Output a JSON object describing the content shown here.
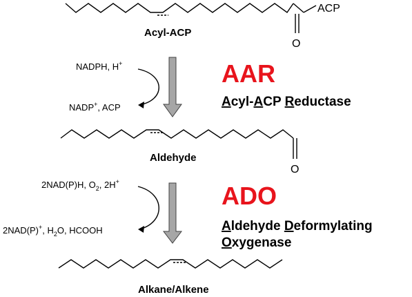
{
  "molecules": {
    "acyl_acp": {
      "label": "Acyl-ACP",
      "acp": "ACP",
      "oxygen": "O"
    },
    "aldehyde": {
      "label": "Aldehyde",
      "oxygen": "O"
    },
    "alkane": {
      "label": "Alkane/Alkene"
    }
  },
  "step1": {
    "reagent_in": {
      "base": "NADPH, H",
      "sup": "+"
    },
    "reagent_out": {
      "pre": "NADP",
      "sup": "+",
      "post": ", ACP"
    },
    "enzyme": {
      "abbrev": "AAR",
      "color": "#e8141c",
      "words": [
        {
          "u": "A",
          "rest": "cyl-"
        },
        {
          "u": "A",
          "rest": "CP "
        },
        {
          "u": "R",
          "rest": "eductase"
        }
      ]
    }
  },
  "step2": {
    "reagent_in": {
      "a": "2NAD(P)H, O",
      "sub": "2",
      "b": ", 2H",
      "sup": "+"
    },
    "reagent_out": {
      "a": "2NAD(P)",
      "sup": "+",
      "b": ", H",
      "sub": "2",
      "c": "O, HCOOH"
    },
    "enzyme": {
      "abbrev": "ADO",
      "color": "#e8141c",
      "line1": [
        {
          "u": "A",
          "rest": "ldehyde "
        },
        {
          "u": "D",
          "rest": "eformylating"
        }
      ],
      "line2": [
        {
          "u": "O",
          "rest": "xygenase"
        }
      ]
    }
  },
  "arrow_color": "#a6a6a6"
}
